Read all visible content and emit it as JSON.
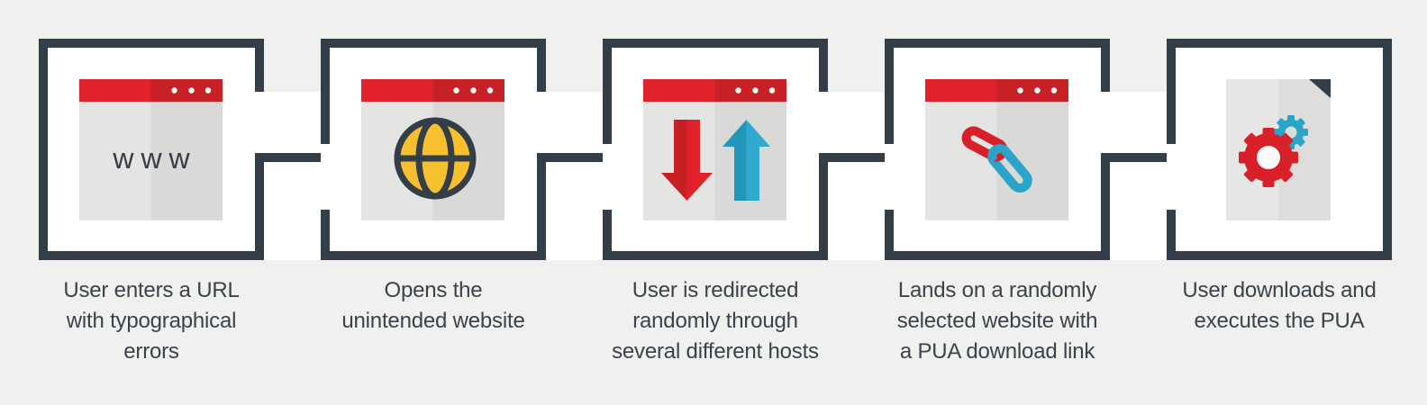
{
  "palette": {
    "background": "#f0f0ee",
    "box_fill": "#ffffff",
    "outline_dark": "#333e48",
    "caption_text": "#38434c",
    "titlebar_red_left": "#e2222a",
    "titlebar_red_right": "#c72027",
    "icon_red": "#d7202a",
    "icon_red_shade": "#c81f27",
    "icon_blue": "#2aa5c9",
    "icon_blue_shade": "#2397ba",
    "globe_gold": "#f7c02f",
    "browser_body_left": "#e4e4e2",
    "browser_body_right": "#d9d9d7",
    "paper_left": "#e6e6e4",
    "paper_right": "#dedddc"
  },
  "steps": [
    {
      "icon": "browser-window-www-icon",
      "icon_text": "www",
      "caption": "User enters a URL\nwith typographical\nerrors"
    },
    {
      "icon": "browser-window-globe-icon",
      "caption": "Opens the\nunintended website"
    },
    {
      "icon": "browser-window-redirect-arrows-icon",
      "caption": "User is redirected\nrandomly through\nseveral different hosts"
    },
    {
      "icon": "browser-window-chain-link-icon",
      "caption": "Lands on a randomly\nselected website with\na PUA download link"
    },
    {
      "icon": "document-gears-icon",
      "caption": "User downloads and\nexecutes the PUA"
    }
  ]
}
